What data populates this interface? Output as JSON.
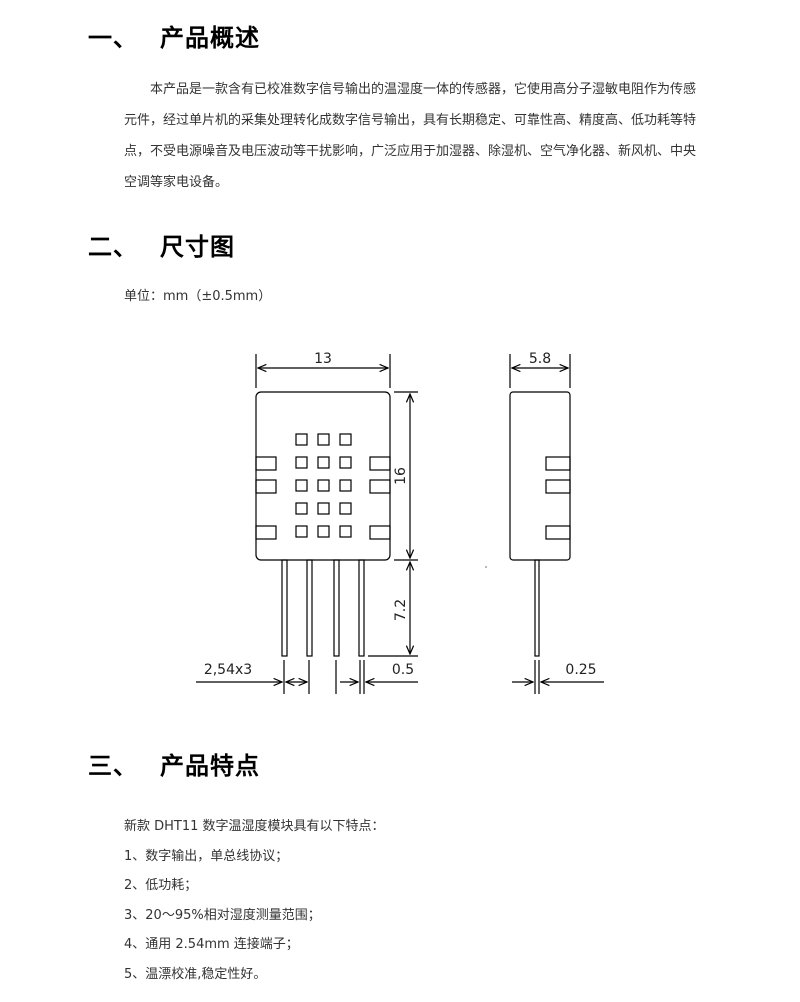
{
  "sections": [
    {
      "num": "一、",
      "title": "产品概述"
    },
    {
      "num": "二、",
      "title": "尺寸图"
    },
    {
      "num": "三、",
      "title": "产品特点"
    }
  ],
  "overview_text": "本产品是一款含有已校准数字信号输出的温湿度一体的传感器，它使用高分子湿敏电阻作为传感元件，经过单片机的采集处理转化成数字信号输出，具有长期稳定、可靠性高、精度高、低功耗等特点，不受电源噪音及电压波动等干扰影响，广泛应用于加湿器、除湿机、空气净化器、新风机、中央空调等家电设备。",
  "unit_label": "单位：mm（±0.5mm）",
  "dimensions": {
    "width": "13",
    "height": "16",
    "pin_length": "7.2",
    "pin_pitch": "2,54x3",
    "pin_width": "0.5",
    "depth": "5.8",
    "pin_thickness": "0.25"
  },
  "features": {
    "intro": "新款 DHT11 数字温湿度模块具有以下特点：",
    "items": [
      "1、数字输出，单总线协议；",
      "2、低功耗；",
      "3、20～95%相对湿度测量范围；",
      "4、通用 2.54mm 连接端子；",
      "5、温漂校准,稳定性好。"
    ]
  }
}
